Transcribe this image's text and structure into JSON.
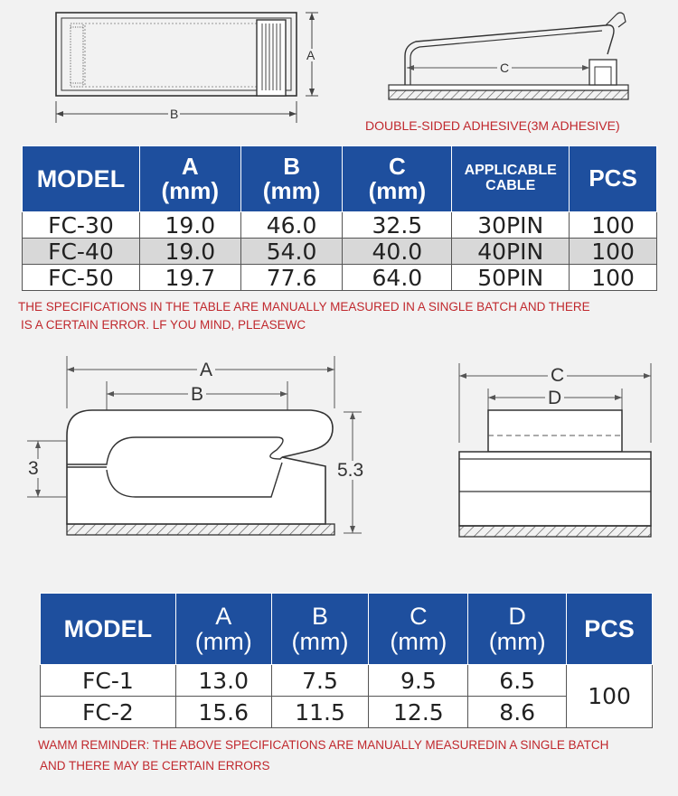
{
  "drawing_top": {
    "label_a": "A",
    "label_b": "B",
    "label_c": "C",
    "adhesive_note": "DOUBLE-SIDED ADHESIVE(3M ADHESIVE)"
  },
  "table1": {
    "headers": {
      "model": "MODEL",
      "a_letter": "A",
      "a_unit": "(mm)",
      "b_letter": "B",
      "b_unit": "(mm)",
      "c_letter": "C",
      "c_unit": "(mm)",
      "cable_line1": "APPLICABLE",
      "cable_line2": "CABLE",
      "pcs": "PCS"
    },
    "rows": [
      {
        "model": "FC-30",
        "a": "19.0",
        "b": "46.0",
        "c": "32.5",
        "cable": "30PIN",
        "pcs": "100"
      },
      {
        "model": "FC-40",
        "a": "19.0",
        "b": "54.0",
        "c": "40.0",
        "cable": "40PIN",
        "pcs": "100"
      },
      {
        "model": "FC-50",
        "a": "19.7",
        "b": "77.6",
        "c": "64.0",
        "cable": "50PIN",
        "pcs": "100"
      }
    ],
    "note_line1": "THE SPECIFICATIONS IN THE TABLE ARE MANUALLY MEASURED IN A SINGLE BATCH AND THERE",
    "note_line2": "IS A CERTAIN ERROR. LF YOU MIND, PLEASEWC"
  },
  "drawing_bottom": {
    "label_a": "A",
    "label_b": "B",
    "label_3": "3",
    "label_53": "5.3",
    "label_c": "C",
    "label_d": "D"
  },
  "table2": {
    "headers": {
      "model": "MODEL",
      "a_letter": "A",
      "a_unit": "(mm)",
      "b_letter": "B",
      "b_unit": "(mm)",
      "c_letter": "C",
      "c_unit": "(mm)",
      "d_letter": "D",
      "d_unit": "(mm)",
      "pcs": "PCS"
    },
    "rows": [
      {
        "model": "FC-1",
        "a": "13.0",
        "b": "7.5",
        "c": "9.5",
        "d": "6.5"
      },
      {
        "model": "FC-2",
        "a": "15.6",
        "b": "11.5",
        "c": "12.5",
        "d": "8.6"
      }
    ],
    "pcs_value": "100",
    "note_line1": "WAMM REMINDER: THE ABOVE SPECIFICATIONS ARE MANUALLY MEASUREDIN A SINGLE BATCH",
    "note_line2": "AND THERE MAY BE CERTAIN ERRORS"
  },
  "colors": {
    "header_blue": "#1e4f9e",
    "note_red": "#c0282d",
    "stripe_gray": "#d8d8d8"
  }
}
